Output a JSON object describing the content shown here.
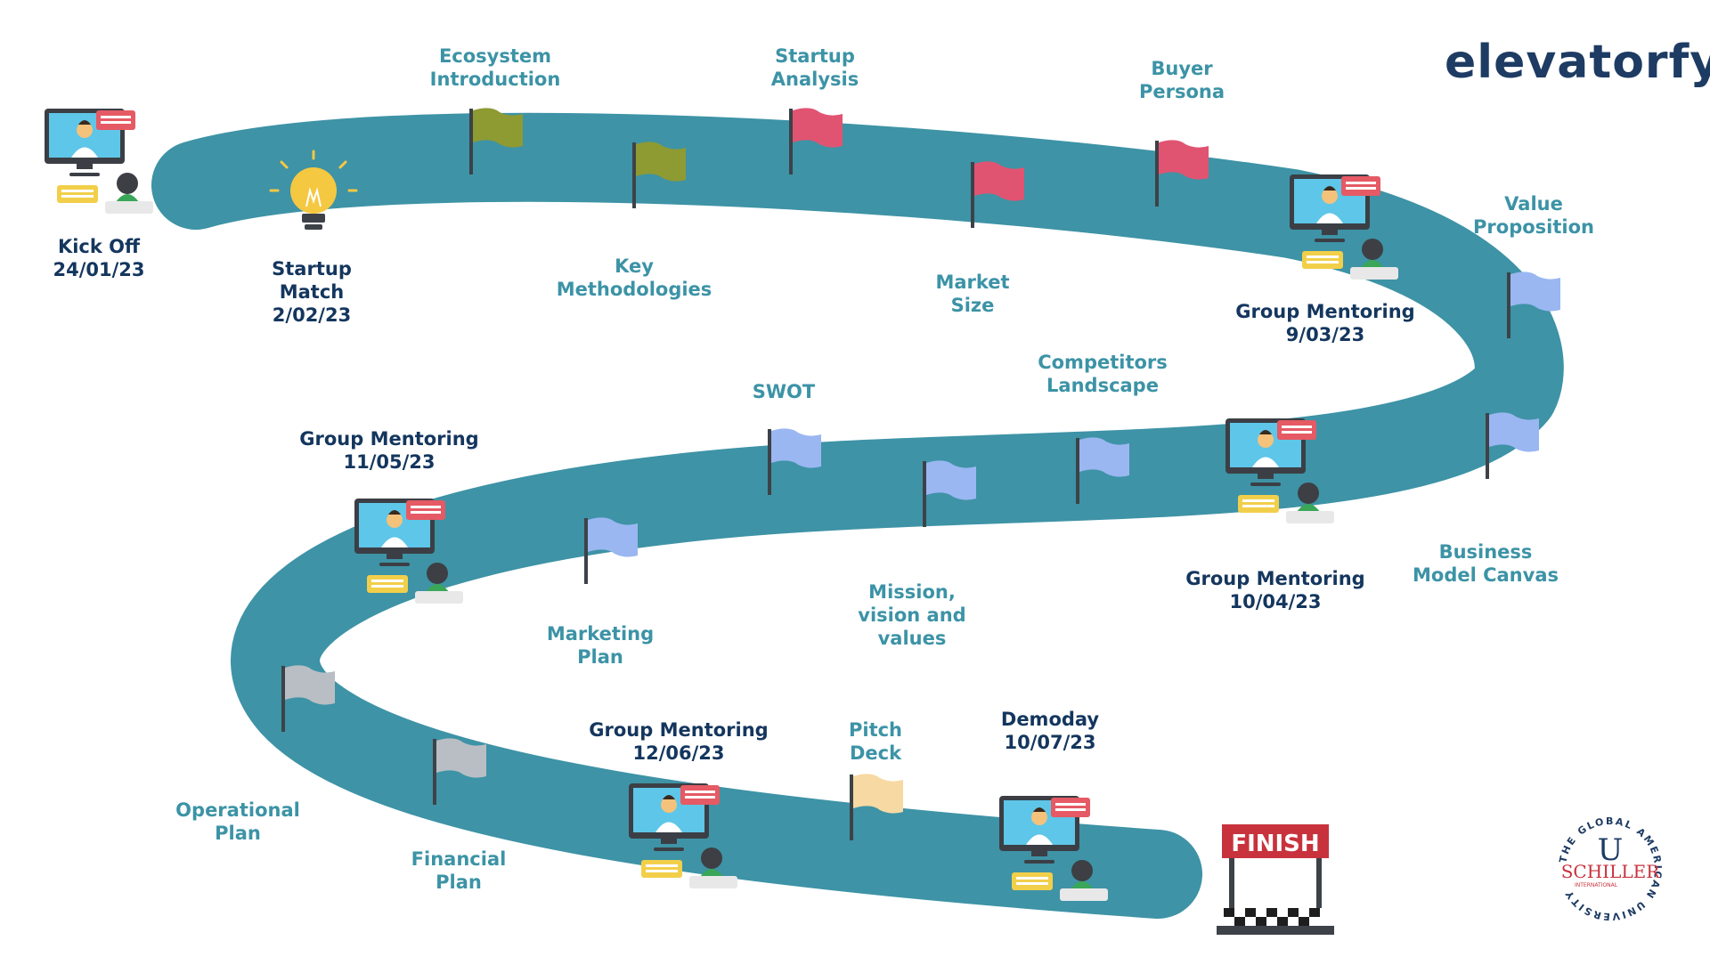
{
  "brand": {
    "logo_text": "elevatorfy",
    "university": {
      "name": "SCHILLER",
      "ring_text": "THE GLOBAL AMERICAN UNIVERSITY",
      "sub_text": "INTERNATIONAL"
    }
  },
  "colors": {
    "road": "#3e93a6",
    "label_teal": "#3c93a6",
    "label_navy": "#14365e",
    "flag_olive": "#8e9a32",
    "flag_red": "#e05472",
    "flag_blue": "#9ab7f2",
    "flag_gray": "#b9bec4",
    "flag_cream": "#f7d9a3"
  },
  "milestones": {
    "kickoff": "Kick Off\n24/01/23",
    "startup_match": "Startup\nMatch\n2/02/23",
    "ecosystem": "Ecosystem\nIntroduction",
    "key_methodologies": "Key\nMethodologies",
    "startup_analysis": "Startup\nAnalysis",
    "market_size": "Market\nSize",
    "buyer_persona": "Buyer\nPersona",
    "gm1": "Group Mentoring\n9/03/23",
    "value_proposition": "Value\nProposition",
    "competitors": "Competitors\nLandscape",
    "swot": "SWOT",
    "gm2": "Group Mentoring\n11/05/23",
    "business_model": "Business\nModel Canvas",
    "gm3": "Group Mentoring\n10/04/23",
    "mission": "Mission,\nvision and\nvalues",
    "marketing": "Marketing\nPlan",
    "operational": "Operational\nPlan",
    "financial": "Financial\nPlan",
    "gm4": "Group Mentoring\n12/06/23",
    "pitch": "Pitch\nDeck",
    "demoday": "Demoday\n10/07/23",
    "finish": "FINISH"
  }
}
